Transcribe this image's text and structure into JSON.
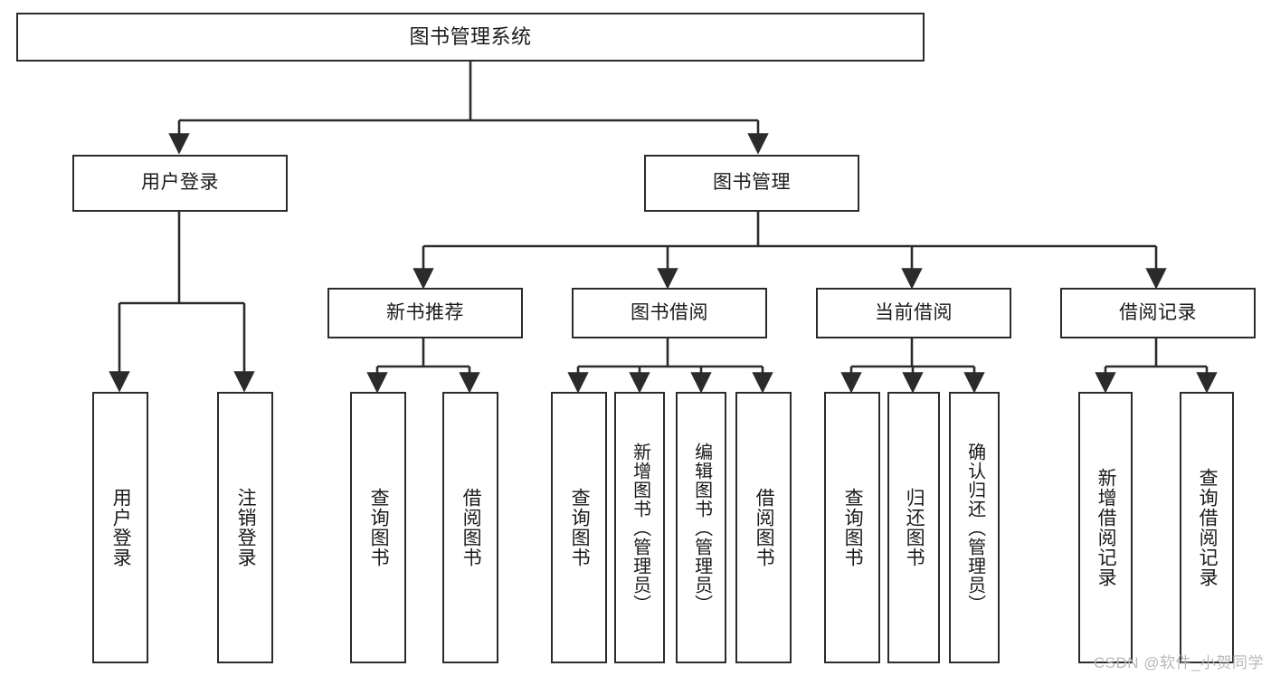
{
  "diagram": {
    "title": "图书管理系统",
    "type": "tree",
    "colors": {
      "stroke": "#2b2b2b",
      "fill": "#ffffff",
      "text": "#1b1b1b",
      "watermark": "#b9b9b9"
    },
    "levels": {
      "root": {
        "label": "图书管理系统"
      },
      "level2": [
        {
          "id": "user-login",
          "label": "用户登录"
        },
        {
          "id": "book-management",
          "label": "图书管理"
        }
      ],
      "level3": [
        {
          "id": "new-book-recommend",
          "label": "新书推荐",
          "parent": "book-management"
        },
        {
          "id": "book-borrow",
          "label": "图书借阅",
          "parent": "book-management"
        },
        {
          "id": "current-borrow",
          "label": "当前借阅",
          "parent": "book-management"
        },
        {
          "id": "borrow-record",
          "label": "借阅记录",
          "parent": "book-management"
        }
      ],
      "leaves": [
        {
          "id": "leaf-user-login",
          "label": "用户登录",
          "parent": "user-login"
        },
        {
          "id": "leaf-user-logout",
          "label": "注销登录",
          "parent": "user-login"
        },
        {
          "id": "leaf-query-book-1",
          "label": "查询图书",
          "parent": "new-book-recommend"
        },
        {
          "id": "leaf-borrow-book-1",
          "label": "借阅图书",
          "parent": "new-book-recommend"
        },
        {
          "id": "leaf-query-book-2",
          "label": "查询图书",
          "parent": "book-borrow"
        },
        {
          "id": "leaf-add-book",
          "label": "新增图书（管理员）",
          "parent": "book-borrow"
        },
        {
          "id": "leaf-edit-book",
          "label": "编辑图书（管理员）",
          "parent": "book-borrow"
        },
        {
          "id": "leaf-borrow-book-2",
          "label": "借阅图书",
          "parent": "book-borrow"
        },
        {
          "id": "leaf-query-book-3",
          "label": "查询图书",
          "parent": "current-borrow"
        },
        {
          "id": "leaf-return-book",
          "label": "归还图书",
          "parent": "current-borrow"
        },
        {
          "id": "leaf-confirm-return",
          "label": "确认归还（管理员）",
          "parent": "current-borrow"
        },
        {
          "id": "leaf-add-record",
          "label": "新增借阅记录",
          "parent": "borrow-record"
        },
        {
          "id": "leaf-query-record",
          "label": "查询借阅记录",
          "parent": "borrow-record"
        }
      ]
    },
    "watermark": "CSDN @软件_小贺同学"
  }
}
